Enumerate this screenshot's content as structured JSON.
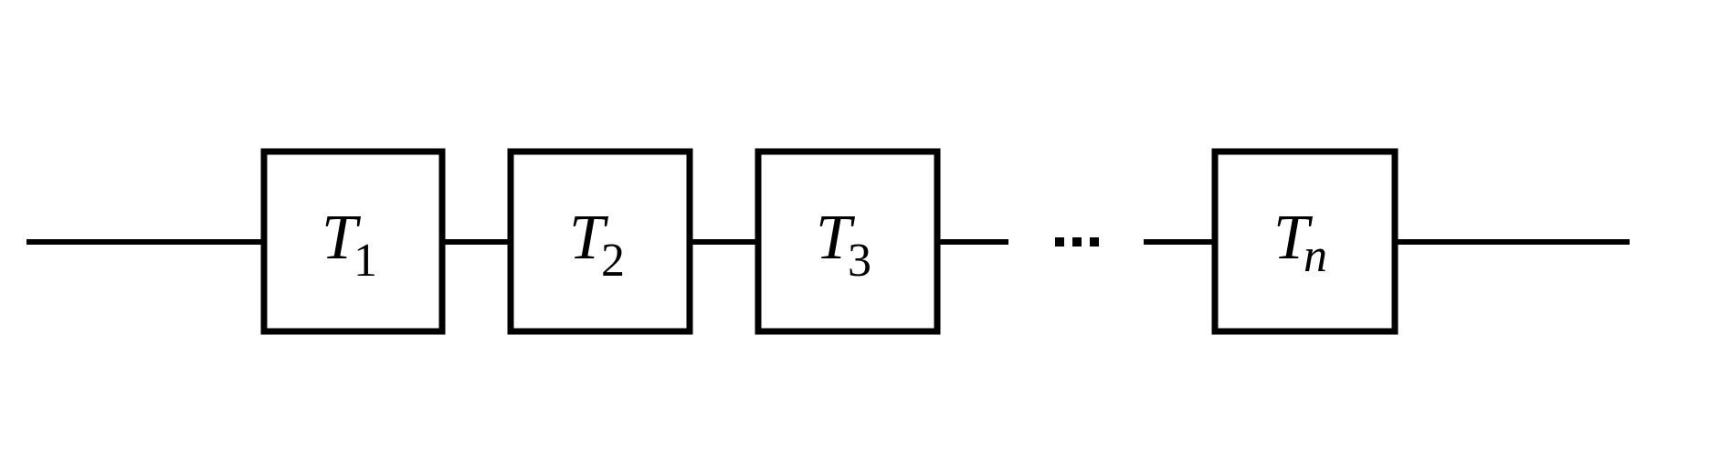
{
  "diagram": {
    "blocks": [
      {
        "letter": "T",
        "sub": "1",
        "sub_italic": false
      },
      {
        "letter": "T",
        "sub": "2",
        "sub_italic": false
      },
      {
        "letter": "T",
        "sub": "3",
        "sub_italic": false
      },
      {
        "letter": "T",
        "sub": "n",
        "sub_italic": true
      }
    ],
    "ellipsis": "...",
    "colors": {
      "stroke": "#000000",
      "background": "#ffffff"
    }
  }
}
